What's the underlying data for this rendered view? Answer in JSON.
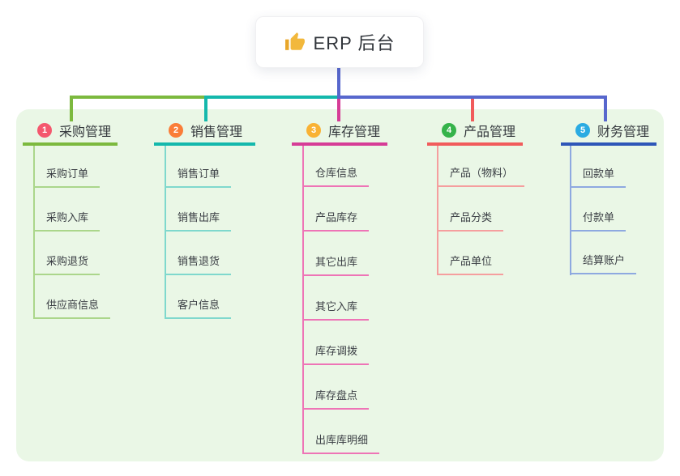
{
  "root": {
    "label": "ERP 后台",
    "icon": "thumbs-up-icon"
  },
  "connectors": {
    "trunk_color": "#5767cd"
  },
  "panel": {
    "background": "#eaf7e6"
  },
  "branches": [
    {
      "num": "1",
      "label": "采购管理",
      "badge_color": "#f4586e",
      "line_color": "#7cb93e",
      "child_line_color": "#abd68b",
      "children": [
        "采购订单",
        "采购入库",
        "采购退货",
        "供应商信息"
      ]
    },
    {
      "num": "2",
      "label": "销售管理",
      "badge_color": "#fa7d38",
      "line_color": "#14b8ac",
      "child_line_color": "#7fd8cd",
      "children": [
        "销售订单",
        "销售出库",
        "销售退货",
        "客户信息"
      ]
    },
    {
      "num": "3",
      "label": "库存管理",
      "badge_color": "#f9b234",
      "line_color": "#d63c96",
      "child_line_color": "#ee74b6",
      "children": [
        "仓库信息",
        "产品库存",
        "其它出库",
        "其它入库",
        "库存调拨",
        "库存盘点",
        "出库库明细"
      ]
    },
    {
      "num": "4",
      "label": "产品管理",
      "badge_color": "#35b34a",
      "line_color": "#f15b5b",
      "child_line_color": "#f59e9e",
      "children": [
        "产品（物料）",
        "产品分类",
        "产品单位"
      ]
    },
    {
      "num": "5",
      "label": "财务管理",
      "badge_color": "#2aabe2",
      "line_color": "#2e56b8",
      "child_line_color": "#8ea9e0",
      "children": [
        "回款单",
        "付款单",
        "结算账户"
      ]
    }
  ]
}
